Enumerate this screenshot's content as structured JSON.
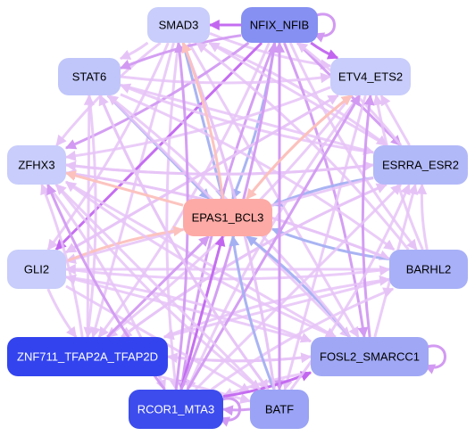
{
  "nodes": [
    {
      "id": "SMAD3",
      "label": "SMAD3",
      "fill": "#c8cdfb",
      "text": "#000000"
    },
    {
      "id": "NFIX_NFIB",
      "label": "NFIX_NFIB",
      "fill": "#8690f2",
      "text": "#000000"
    },
    {
      "id": "STAT6",
      "label": "STAT6",
      "fill": "#c0c6fa",
      "text": "#000000"
    },
    {
      "id": "ETV4_ETS2",
      "label": "ETV4_ETS2",
      "fill": "#c8cdfb",
      "text": "#000000"
    },
    {
      "id": "ZFHX3",
      "label": "ZFHX3",
      "fill": "#c8cdfb",
      "text": "#000000"
    },
    {
      "id": "ESRRA_ESR2",
      "label": "ESRRA_ESR2",
      "fill": "#b2b9f8",
      "text": "#000000"
    },
    {
      "id": "EPAS1_BCL3",
      "label": "EPAS1_BCL3",
      "fill": "#fdaaa6",
      "text": "#000000"
    },
    {
      "id": "GLI2",
      "label": "GLI2",
      "fill": "#c8cdfb",
      "text": "#000000"
    },
    {
      "id": "BARHL2",
      "label": "BARHL2",
      "fill": "#a8b0f7",
      "text": "#000000"
    },
    {
      "id": "ZNF711",
      "label": "ZNF711_TFAP2A_TFAP2D",
      "fill": "#3344ee",
      "text": "#ffffff"
    },
    {
      "id": "FOSL2",
      "label": "FOSL2_SMARCC1",
      "fill": "#a0a8f5",
      "text": "#000000"
    },
    {
      "id": "RCOR1",
      "label": "RCOR1_MTA3",
      "fill": "#3c4ced",
      "text": "#ffffff"
    },
    {
      "id": "BATF",
      "label": "BATF",
      "fill": "#9aa3f5",
      "text": "#000000"
    }
  ],
  "edge_colors": {
    "light": "#e6c3f7",
    "medium": "#d29af2",
    "strong": "#c266f0",
    "blue": "#a4b0f2",
    "salmon": "#fcc1bc"
  },
  "edges": [
    {
      "from": "SMAD3",
      "to": "STAT6",
      "kind": "light"
    },
    {
      "from": "SMAD3",
      "to": "EPAS1_BCL3",
      "kind": "blue"
    },
    {
      "from": "SMAD3",
      "to": "ZFHX3",
      "kind": "light"
    },
    {
      "from": "SMAD3",
      "to": "GLI2",
      "kind": "light"
    },
    {
      "from": "SMAD3",
      "to": "ZNF711",
      "kind": "light"
    },
    {
      "from": "SMAD3",
      "to": "RCOR1",
      "kind": "light"
    },
    {
      "from": "SMAD3",
      "to": "BATF",
      "kind": "light"
    },
    {
      "from": "SMAD3",
      "to": "FOSL2",
      "kind": "light"
    },
    {
      "from": "SMAD3",
      "to": "ETV4_ETS2",
      "kind": "light"
    },
    {
      "from": "SMAD3",
      "to": "ESRRA_ESR2",
      "kind": "light"
    },
    {
      "from": "NFIX_NFIB",
      "to": "SMAD3",
      "kind": "strong"
    },
    {
      "from": "NFIX_NFIB",
      "to": "ETV4_ETS2",
      "kind": "strong"
    },
    {
      "from": "NFIX_NFIB",
      "to": "EPAS1_BCL3",
      "kind": "blue"
    },
    {
      "from": "NFIX_NFIB",
      "to": "GLI2",
      "kind": "strong"
    },
    {
      "from": "NFIX_NFIB",
      "to": "STAT6",
      "kind": "medium"
    },
    {
      "from": "NFIX_NFIB",
      "to": "ZFHX3",
      "kind": "medium"
    },
    {
      "from": "NFIX_NFIB",
      "to": "BATF",
      "kind": "medium"
    },
    {
      "from": "NFIX_NFIB",
      "to": "RCOR1",
      "kind": "medium"
    },
    {
      "from": "NFIX_NFIB",
      "to": "FOSL2",
      "kind": "medium"
    },
    {
      "from": "NFIX_NFIB",
      "to": "ESRRA_ESR2",
      "kind": "medium"
    },
    {
      "from": "NFIX_NFIB",
      "to": "BARHL2",
      "kind": "light"
    },
    {
      "from": "NFIX_NFIB",
      "to": "ZNF711",
      "kind": "light"
    },
    {
      "from": "STAT6",
      "to": "EPAS1_BCL3",
      "kind": "blue"
    },
    {
      "from": "STAT6",
      "to": "ETV4_ETS2",
      "kind": "light"
    },
    {
      "from": "STAT6",
      "to": "BARHL2",
      "kind": "light"
    },
    {
      "from": "STAT6",
      "to": "FOSL2",
      "kind": "light"
    },
    {
      "from": "STAT6",
      "to": "BATF",
      "kind": "light"
    },
    {
      "from": "STAT6",
      "to": "ZNF711",
      "kind": "light"
    },
    {
      "from": "STAT6",
      "to": "ESRRA_ESR2",
      "kind": "light"
    },
    {
      "from": "ETV4_ETS2",
      "to": "EPAS1_BCL3",
      "kind": "salmon"
    },
    {
      "from": "ETV4_ETS2",
      "to": "ZFHX3",
      "kind": "light"
    },
    {
      "from": "ETV4_ETS2",
      "to": "GLI2",
      "kind": "light"
    },
    {
      "from": "ETV4_ETS2",
      "to": "RCOR1",
      "kind": "light"
    },
    {
      "from": "ETV4_ETS2",
      "to": "ZNF711",
      "kind": "light"
    },
    {
      "from": "ETV4_ETS2",
      "to": "BATF",
      "kind": "light"
    },
    {
      "from": "ZFHX3",
      "to": "ESRRA_ESR2",
      "kind": "light"
    },
    {
      "from": "ZFHX3",
      "to": "BARHL2",
      "kind": "light"
    },
    {
      "from": "ZFHX3",
      "to": "FOSL2",
      "kind": "light"
    },
    {
      "from": "ZFHX3",
      "to": "BATF",
      "kind": "light"
    },
    {
      "from": "ZFHX3",
      "to": "RCOR1",
      "kind": "light"
    },
    {
      "from": "ESRRA_ESR2",
      "to": "ETV4_ETS2",
      "kind": "light"
    },
    {
      "from": "ESRRA_ESR2",
      "to": "EPAS1_BCL3",
      "kind": "blue"
    },
    {
      "from": "ESRRA_ESR2",
      "to": "ZFHX3",
      "kind": "light"
    },
    {
      "from": "ESRRA_ESR2",
      "to": "GLI2",
      "kind": "light"
    },
    {
      "from": "ESRRA_ESR2",
      "to": "ZNF711",
      "kind": "light"
    },
    {
      "from": "ESRRA_ESR2",
      "to": "STAT6",
      "kind": "light"
    },
    {
      "from": "ESRRA_ESR2",
      "to": "SMAD3",
      "kind": "light"
    },
    {
      "from": "ESRRA_ESR2",
      "to": "NFIX_NFIB",
      "kind": "light"
    },
    {
      "from": "GLI2",
      "to": "EPAS1_BCL3",
      "kind": "salmon"
    },
    {
      "from": "GLI2",
      "to": "ETV4_ETS2",
      "kind": "light"
    },
    {
      "from": "GLI2",
      "to": "BARHL2",
      "kind": "light"
    },
    {
      "from": "GLI2",
      "to": "FOSL2",
      "kind": "light"
    },
    {
      "from": "GLI2",
      "to": "BATF",
      "kind": "light"
    },
    {
      "from": "GLI2",
      "to": "ZNF711",
      "kind": "light"
    },
    {
      "from": "BARHL2",
      "to": "EPAS1_BCL3",
      "kind": "blue"
    },
    {
      "from": "BARHL2",
      "to": "GLI2",
      "kind": "light"
    },
    {
      "from": "BARHL2",
      "to": "ZFHX3",
      "kind": "light"
    },
    {
      "from": "BARHL2",
      "to": "ESRRA_ESR2",
      "kind": "light"
    },
    {
      "from": "BARHL2",
      "to": "ZNF711",
      "kind": "light"
    },
    {
      "from": "BARHL2",
      "to": "SMAD3",
      "kind": "light"
    },
    {
      "from": "BARHL2",
      "to": "ETV4_ETS2",
      "kind": "light"
    },
    {
      "from": "ZNF711",
      "to": "EPAS1_BCL3",
      "kind": "medium"
    },
    {
      "from": "ZNF711",
      "to": "ZFHX3",
      "kind": "light"
    },
    {
      "from": "ZNF711",
      "to": "ESRRA_ESR2",
      "kind": "light"
    },
    {
      "from": "ZNF711",
      "to": "BATF",
      "kind": "light"
    },
    {
      "from": "ZNF711",
      "to": "FOSL2",
      "kind": "light"
    },
    {
      "from": "ZNF711",
      "to": "BARHL2",
      "kind": "light"
    },
    {
      "from": "ZNF711",
      "to": "STAT6",
      "kind": "light"
    },
    {
      "from": "FOSL2",
      "to": "EPAS1_BCL3",
      "kind": "blue"
    },
    {
      "from": "FOSL2",
      "to": "ZFHX3",
      "kind": "light"
    },
    {
      "from": "FOSL2",
      "to": "GLI2",
      "kind": "light"
    },
    {
      "from": "FOSL2",
      "to": "STAT6",
      "kind": "light"
    },
    {
      "from": "FOSL2",
      "to": "ETV4_ETS2",
      "kind": "medium"
    },
    {
      "from": "FOSL2",
      "to": "ESRRA_ESR2",
      "kind": "light"
    },
    {
      "from": "FOSL2",
      "to": "RCOR1",
      "kind": "light"
    },
    {
      "from": "FOSL2",
      "to": "ZNF711",
      "kind": "light"
    },
    {
      "from": "RCOR1",
      "to": "EPAS1_BCL3",
      "kind": "strong"
    },
    {
      "from": "RCOR1",
      "to": "FOSL2",
      "kind": "strong"
    },
    {
      "from": "RCOR1",
      "to": "ZFHX3",
      "kind": "medium"
    },
    {
      "from": "RCOR1",
      "to": "ETV4_ETS2",
      "kind": "medium"
    },
    {
      "from": "RCOR1",
      "to": "SMAD3",
      "kind": "medium"
    },
    {
      "from": "RCOR1",
      "to": "BARHL2",
      "kind": "light"
    },
    {
      "from": "RCOR1",
      "to": "ESRRA_ESR2",
      "kind": "light"
    },
    {
      "from": "RCOR1",
      "to": "NFIX_NFIB",
      "kind": "medium"
    },
    {
      "from": "BATF",
      "to": "EPAS1_BCL3",
      "kind": "blue"
    },
    {
      "from": "BATF",
      "to": "NFIX_NFIB",
      "kind": "medium"
    },
    {
      "from": "BATF",
      "to": "SMAD3",
      "kind": "light"
    },
    {
      "from": "BATF",
      "to": "STAT6",
      "kind": "light"
    },
    {
      "from": "BATF",
      "to": "ZFHX3",
      "kind": "light"
    },
    {
      "from": "BATF",
      "to": "ESRRA_ESR2",
      "kind": "light"
    },
    {
      "from": "BATF",
      "to": "RCOR1",
      "kind": "medium"
    },
    {
      "from": "EPAS1_BCL3",
      "to": "ZFHX3",
      "kind": "salmon"
    },
    {
      "from": "EPAS1_BCL3",
      "to": "SMAD3",
      "kind": "salmon"
    },
    {
      "from": "EPAS1_BCL3",
      "to": "ETV4_ETS2",
      "kind": "salmon"
    }
  ],
  "self_loops": [
    "NFIX_NFIB",
    "FOSL2",
    "RCOR1"
  ]
}
